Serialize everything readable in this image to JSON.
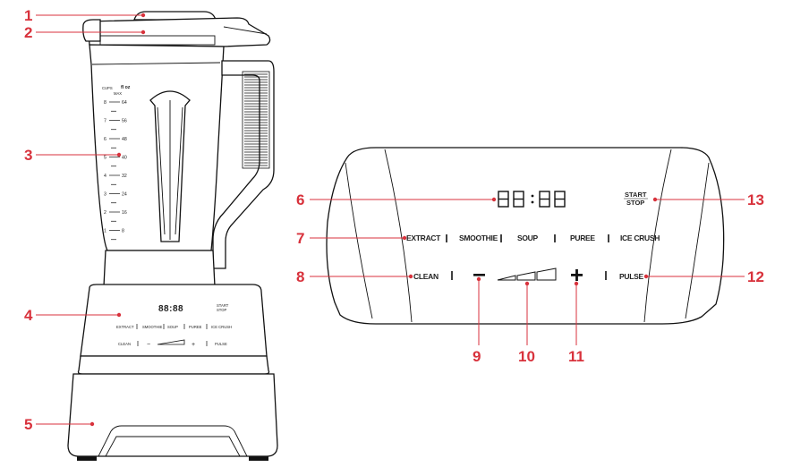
{
  "colors": {
    "callout": "#d8323c",
    "line": "#111111"
  },
  "callouts": {
    "c1": "1",
    "c2": "2",
    "c3": "3",
    "c4": "4",
    "c5": "5",
    "c6": "6",
    "c7": "7",
    "c8": "8",
    "c9": "9",
    "c10": "10",
    "c11": "11",
    "c12": "12",
    "c13": "13"
  },
  "jar_scale": {
    "cups": "CUPS",
    "floz": "fl oz",
    "max": "MAX",
    "rows": [
      {
        "cup": "8",
        "oz": "64"
      },
      {
        "cup": "7",
        "oz": "56"
      },
      {
        "cup": "6",
        "oz": "48"
      },
      {
        "cup": "5",
        "oz": "40"
      },
      {
        "cup": "4",
        "oz": "32"
      },
      {
        "cup": "3",
        "oz": "24"
      },
      {
        "cup": "2",
        "oz": "16"
      },
      {
        "cup": "1",
        "oz": "8"
      }
    ]
  },
  "panel": {
    "display": "88:88",
    "start_stop_line1": "START",
    "start_stop_line2": "STOP",
    "extract": "EXTRACT",
    "smoothie": "SMOOTHIE",
    "soup": "SOUP",
    "puree": "PUREE",
    "ice_crush": "ICE CRUSH",
    "clean": "CLEAN",
    "pulse": "PULSE",
    "minus": "−",
    "plus": "+"
  }
}
